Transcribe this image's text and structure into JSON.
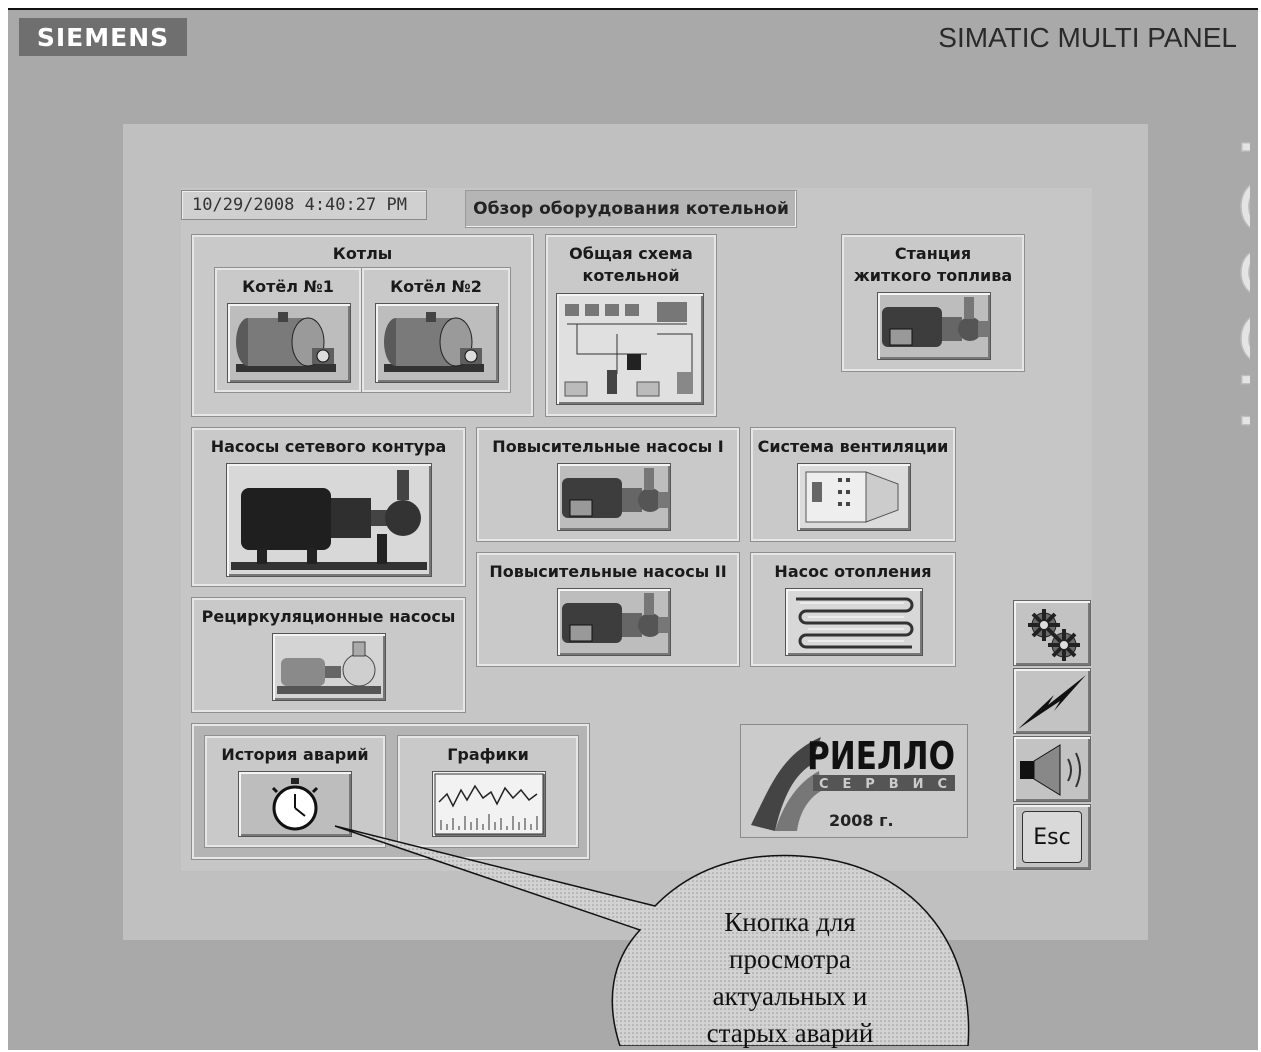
{
  "panel": {
    "brand": "SIEMENS",
    "model": "SIMATIC MULTI PANEL",
    "touch_label": "TOUCH"
  },
  "header": {
    "datetime": "10/29/2008 4:40:27 PM",
    "screen_title": "Обзор оборудования котельной"
  },
  "boilers": {
    "title": "Котлы",
    "boiler1": "Котёл №1",
    "boiler2": "Котёл №2"
  },
  "buttons": {
    "general_scheme": "Общая схема котельной",
    "general_scheme_lines": [
      "Общая схема",
      "котельной"
    ],
    "fuel_station_lines": [
      "Станция",
      "житкого топлива"
    ],
    "network_pumps": "Насосы сетевого контура",
    "booster_pumps_1": "Повысительные насосы I",
    "booster_pumps_2": "Повысительные насосы II",
    "ventilation": "Система вентиляции",
    "heating_pump": "Насос отопления",
    "recirculation_pumps": "Рециркуляционные насосы",
    "alarm_history": "История аварий",
    "charts": "Графики"
  },
  "logo": {
    "name": "РИЕЛЛО",
    "sub": "СЕРВИС",
    "year": "2008 г."
  },
  "side_buttons": {
    "settings_icon": "gears-icon",
    "connection_icon": "lightning-icon",
    "sound_icon": "speaker-icon",
    "esc_label": "Esc"
  },
  "callout": {
    "lines": [
      "Кнопка для",
      "просмотра",
      "актуальных и",
      "старых аварий"
    ]
  }
}
